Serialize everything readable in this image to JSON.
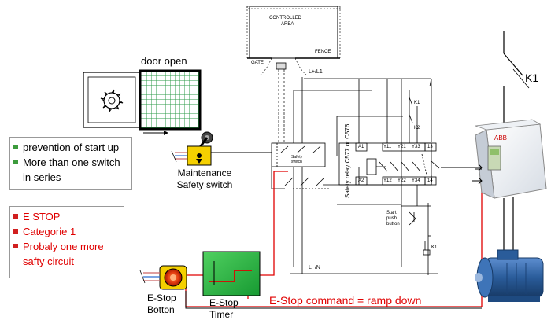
{
  "colors": {
    "bullet_green": "#3c9b3c",
    "bullet_red": "#d11f1f",
    "estop_red": "#e00000",
    "timer_green": "#2fb84a",
    "wire_red": "#e00000",
    "motor_blue": "#2a5c9a"
  },
  "controlled_area": {
    "title_line1": "CONTROLLED",
    "title_line2": "AREA",
    "gate_label": "GATE",
    "fence_label": "FENCE"
  },
  "machine": {
    "door_label": "door open",
    "guard_icon": "rotating-blade-icon",
    "arrow_icon": "arrow-right-icon"
  },
  "maintenance_switch": {
    "label_line1": "Maintenance",
    "label_line2": "Safety switch",
    "icon": "limit-switch-icon"
  },
  "info_box_green": {
    "items": [
      "prevention of start up",
      "More than one switch",
      "in series"
    ]
  },
  "info_box_red": {
    "items": [
      "E STOP",
      "Categorie 1",
      "Probaly one more",
      "safty circuit"
    ]
  },
  "estop_button": {
    "label_line1": "E-Stop",
    "label_line2": "Botton",
    "icon": "emergency-stop-icon"
  },
  "estop_timer": {
    "label_line1": "E-Stop",
    "label_line2": "Timer"
  },
  "circuit": {
    "supply_top": "L+/L1",
    "supply_bottom": "L−/N",
    "safety_switch_line1": "Safety",
    "safety_switch_line2": "switch",
    "relay_label": "Safety relay C577 or C576",
    "relay_terminals": {
      "a1": "A1",
      "a2": "A2",
      "y11": "Y11",
      "y21": "Y21",
      "y33": "Y33",
      "t13": "13",
      "y12": "Y12",
      "y22": "Y22",
      "y34": "Y34",
      "t14": "14"
    },
    "k1": "K1",
    "k2": "K2",
    "coil_k1": "K1",
    "start_line1": "Start",
    "start_line2": "push",
    "start_line3": "button"
  },
  "drive": {
    "contactor_label": "K1",
    "drive_icon": "frequency-drive-icon",
    "motor_icon": "electric-motor-icon"
  },
  "command_text": "E-Stop  command = ramp down"
}
